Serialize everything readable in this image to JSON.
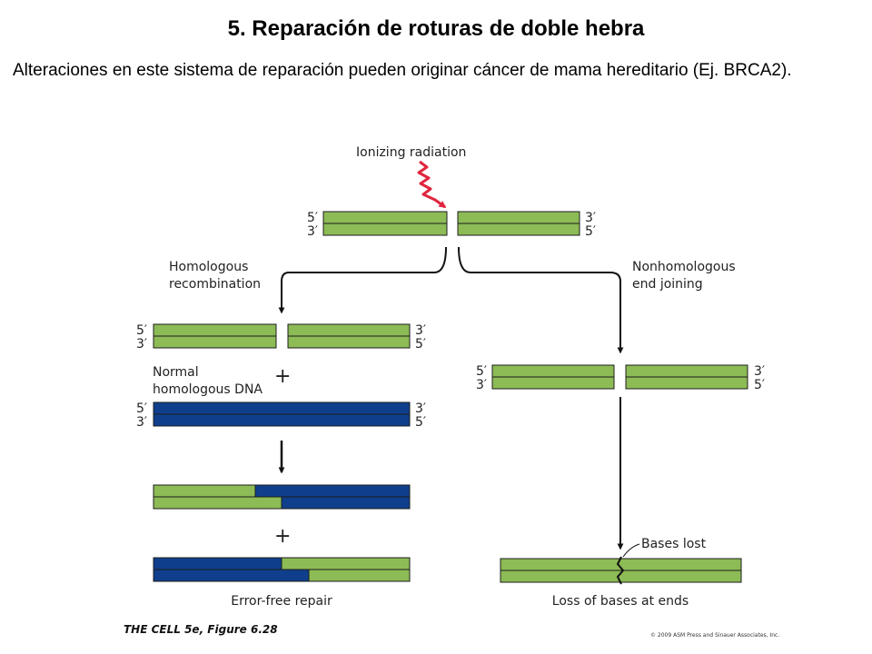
{
  "slide": {
    "title": "5. Reparación de roturas de doble hebra",
    "subtitle": "Alteraciones en este sistema de reparación pueden originar cáncer de mama hereditario (Ej. BRCA2)."
  },
  "figure": {
    "ionizing_radiation": "Ionizing radiation",
    "five_prime": "5′",
    "three_prime": "3′",
    "homologous_recombination": [
      "Homologous",
      "recombination"
    ],
    "nonhomologous_end_joining": [
      "Nonhomologous",
      "end joining"
    ],
    "normal_homologous_dna": [
      "Normal",
      "homologous DNA"
    ],
    "plus": "+",
    "error_free_repair": "Error-free repair",
    "bases_lost": "Bases lost",
    "loss_of_bases": "Loss of bases at ends",
    "caption": "THE CELL 5e, Figure 6.28",
    "copyright": "© 2009 ASM Press and Sinauer Associates, Inc."
  },
  "colors": {
    "strand_green": "#8dbb56",
    "strand_blue": "#0f3f8c",
    "radiation": "#e0263e"
  }
}
